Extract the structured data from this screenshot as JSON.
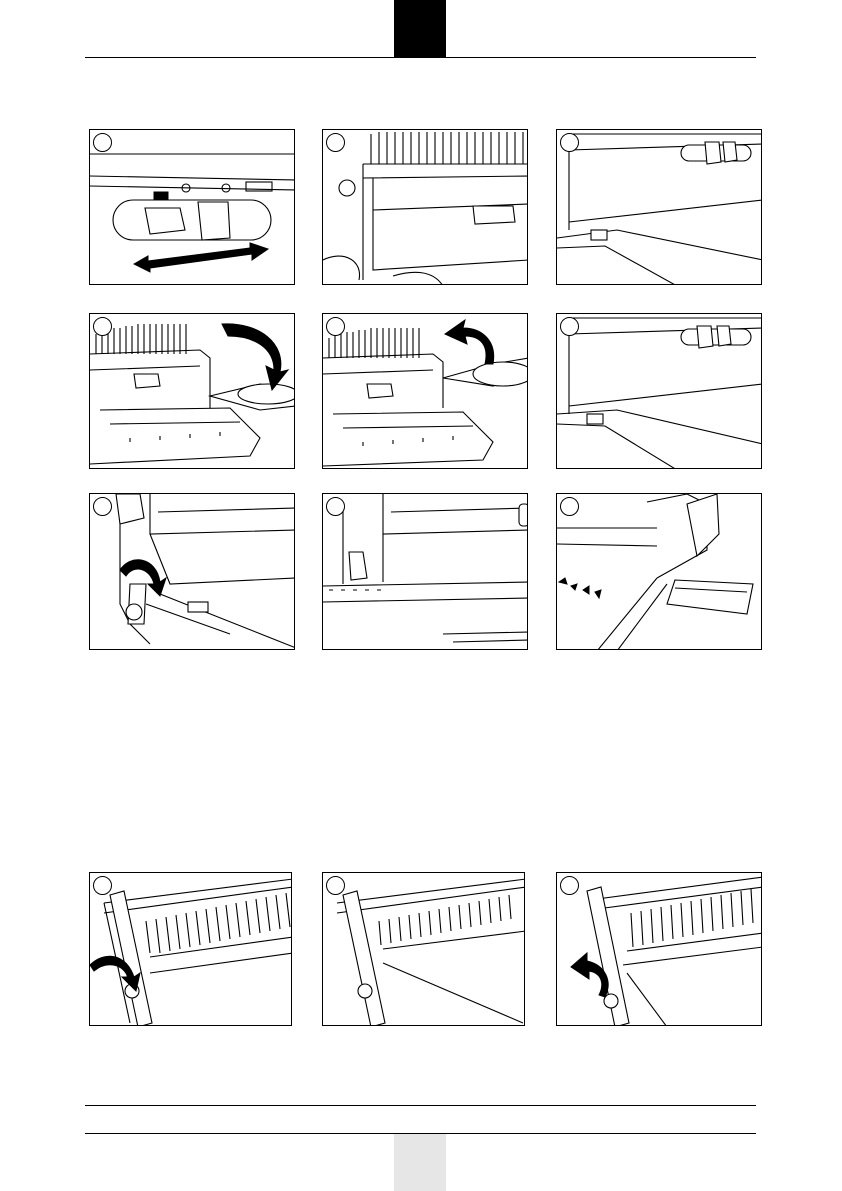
{
  "page": {
    "header_tab_color": "#000000",
    "footer_tab_color": "#e6e6e6"
  },
  "figures": [
    {
      "id": 1,
      "depicts": "slider-with-double-arrow"
    },
    {
      "id": 2,
      "depicts": "machine-side-with-hand"
    },
    {
      "id": 3,
      "depicts": "machine-front-slider"
    },
    {
      "id": 4,
      "depicts": "handle-arrow-down"
    },
    {
      "id": 5,
      "depicts": "handle-arrow-up"
    },
    {
      "id": 6,
      "depicts": "machine-front-slider"
    },
    {
      "id": 7,
      "depicts": "side-lever-curved-arrow"
    },
    {
      "id": 8,
      "depicts": "side-view"
    },
    {
      "id": 9,
      "depicts": "waste-drawer-open"
    },
    {
      "id": 10,
      "depicts": "comb-lever-down"
    },
    {
      "id": 11,
      "depicts": "comb-open"
    },
    {
      "id": 12,
      "depicts": "comb-lever-up"
    }
  ]
}
